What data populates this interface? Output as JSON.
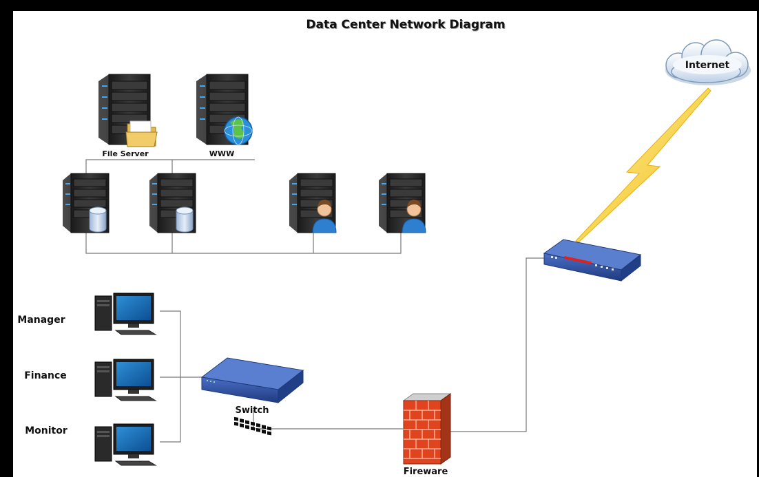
{
  "diagram": {
    "title": "Data Center Network Diagram",
    "nodes": {
      "file_server": {
        "label": "File Server",
        "icon": "file-server-icon"
      },
      "www_server": {
        "label": "WWW",
        "icon": "web-server-icon"
      },
      "db_server_1": {
        "label": "",
        "icon": "database-server-icon"
      },
      "db_server_2": {
        "label": "",
        "icon": "database-server-icon"
      },
      "user_server_1": {
        "label": "",
        "icon": "user-server-icon"
      },
      "user_server_2": {
        "label": "",
        "icon": "user-server-icon"
      },
      "internet": {
        "label": "Internet",
        "icon": "cloud-icon"
      },
      "router": {
        "label": "",
        "icon": "router-icon"
      },
      "switch": {
        "label": "Switch",
        "icon": "switch-icon"
      },
      "firewall": {
        "label": "Fireware",
        "icon": "firewall-icon"
      },
      "manager_pc": {
        "label": "Manager",
        "icon": "desktop-pc-icon"
      },
      "finance_pc": {
        "label": "Finance",
        "icon": "desktop-pc-icon"
      },
      "monitor_pc": {
        "label": "Monitor",
        "icon": "desktop-pc-icon"
      }
    },
    "colors": {
      "background": "#ffffff",
      "frame": "#000000",
      "connector": "#666666",
      "server_body": "#2b2b2b",
      "server_led": "#3fa9f5",
      "device_blue": "#2f4f9e",
      "firewall_brick": "#d8401e",
      "lightning": "#f5c518"
    }
  }
}
